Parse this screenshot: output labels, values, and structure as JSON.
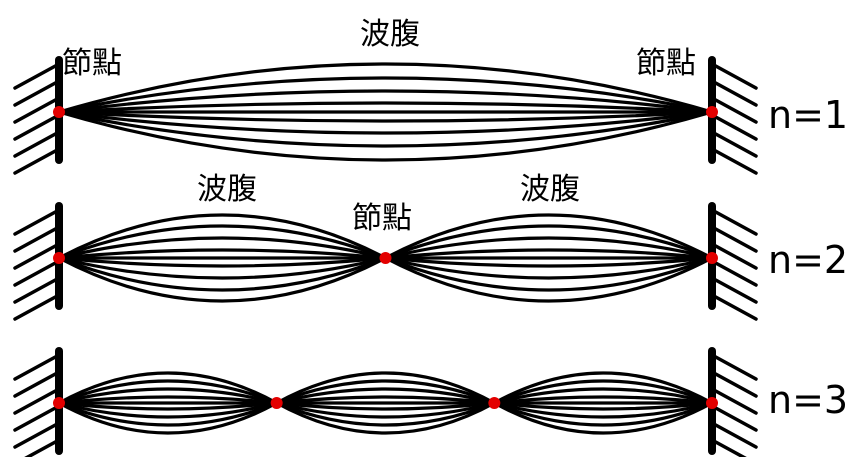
{
  "rows": [
    {
      "mode_label": "n=1",
      "node_labels": [
        "節點",
        "節點"
      ],
      "antinode_labels": [
        "波腹"
      ],
      "loops": 1
    },
    {
      "mode_label": "n=2",
      "node_labels": [
        "節點"
      ],
      "antinode_labels": [
        "波腹",
        "波腹"
      ],
      "loops": 2
    },
    {
      "mode_label": "n=3",
      "node_labels": [],
      "antinode_labels": [],
      "loops": 3
    }
  ],
  "colors": {
    "node": "#e30000",
    "string": "#000000",
    "background": "#ffffff"
  }
}
